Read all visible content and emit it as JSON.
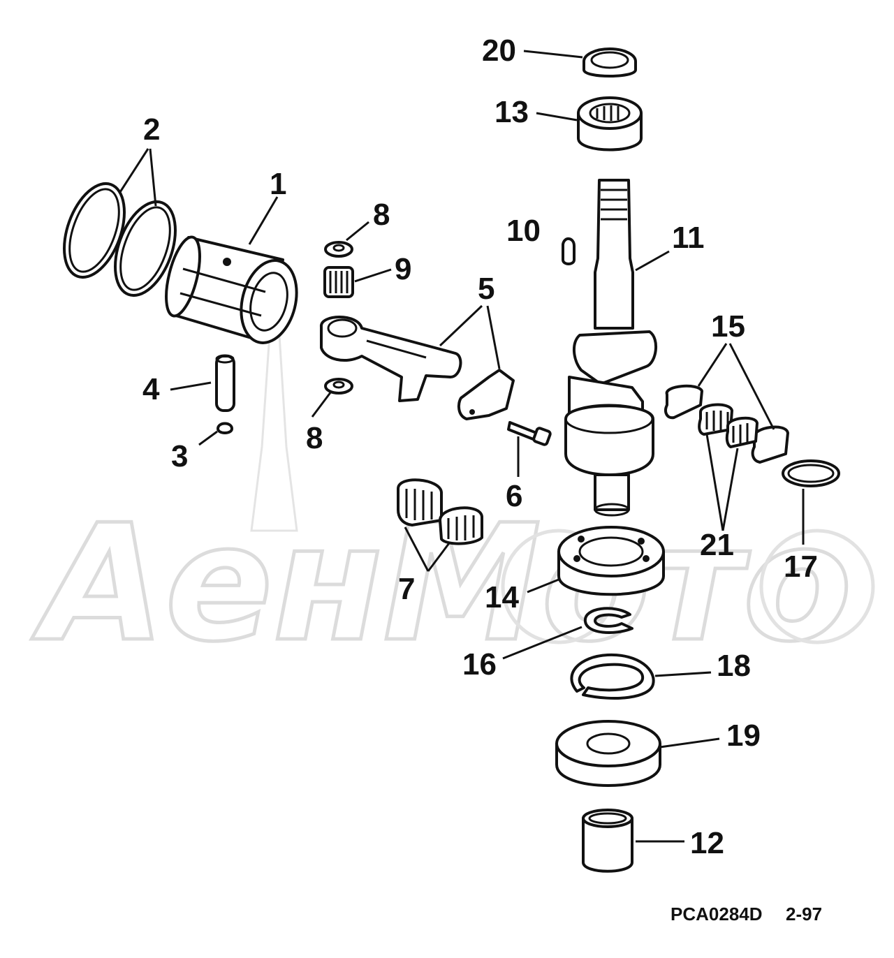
{
  "watermark": {
    "text": "АенМото"
  },
  "callouts": [
    "1",
    "2",
    "3",
    "4",
    "5",
    "6",
    "7",
    "8",
    "8",
    "9",
    "10",
    "11",
    "12",
    "13",
    "14",
    "15",
    "16",
    "17",
    "18",
    "19",
    "20",
    "21"
  ],
  "footer": {
    "code": "PCA0284D",
    "date": "2-97"
  }
}
